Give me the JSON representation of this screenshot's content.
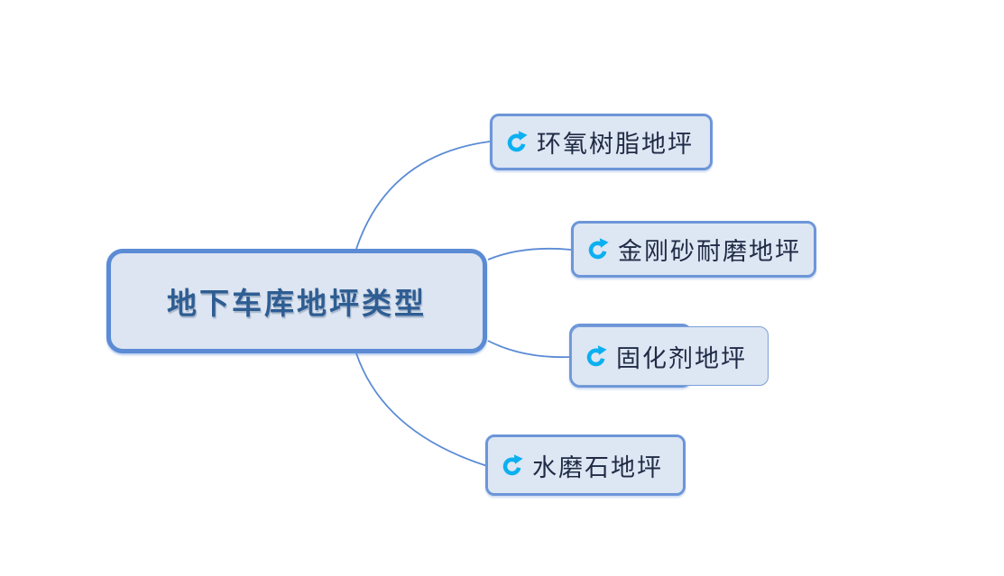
{
  "diagram": {
    "type": "mindmap",
    "root": {
      "label": "地下车库地坪类型"
    },
    "children": [
      {
        "label": "环氧树脂地坪",
        "icon": "refresh-icon"
      },
      {
        "label": "金刚砂耐磨地坪",
        "icon": "refresh-icon"
      },
      {
        "label": "固化剂地坪",
        "icon": "refresh-icon"
      },
      {
        "label": "水磨石地坪",
        "icon": "refresh-icon"
      }
    ],
    "colors": {
      "node_fill": "#dde6f3",
      "root_fill": "#dce5f1",
      "node_border": "#6d96d8",
      "root_border": "#5b8bd5",
      "connector": "#5b8bd5",
      "root_text": "#2e5d92",
      "child_text": "#1f2b45",
      "icon": "#0cb0f0"
    }
  }
}
